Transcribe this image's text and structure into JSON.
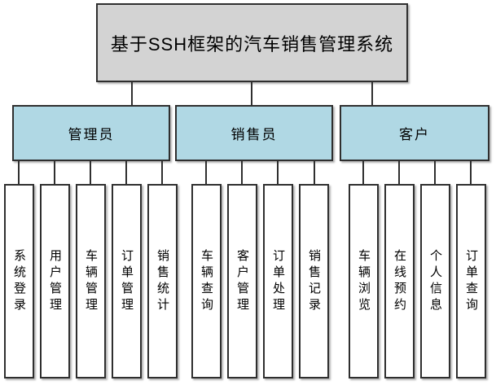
{
  "diagram": {
    "title": "基于SSH框架的汽车销售管理系统",
    "groups": [
      {
        "label": "管理员",
        "items": [
          "系统登录",
          "用户管理",
          "车辆管理",
          "订单管理",
          "销售统计"
        ]
      },
      {
        "label": "销售员",
        "items": [
          "车辆查询",
          "客户管理",
          "订单处理",
          "销售记录"
        ]
      },
      {
        "label": "客户",
        "items": [
          "车辆浏览",
          "在线预约",
          "个人信息",
          "订单查询"
        ]
      }
    ],
    "colors": {
      "root_fill": "#d3d3d3",
      "role_fill": "#b0d8e4",
      "leaf_fill": "#ffffff",
      "border": "#2f2f2f",
      "background": "#ffffff"
    }
  }
}
